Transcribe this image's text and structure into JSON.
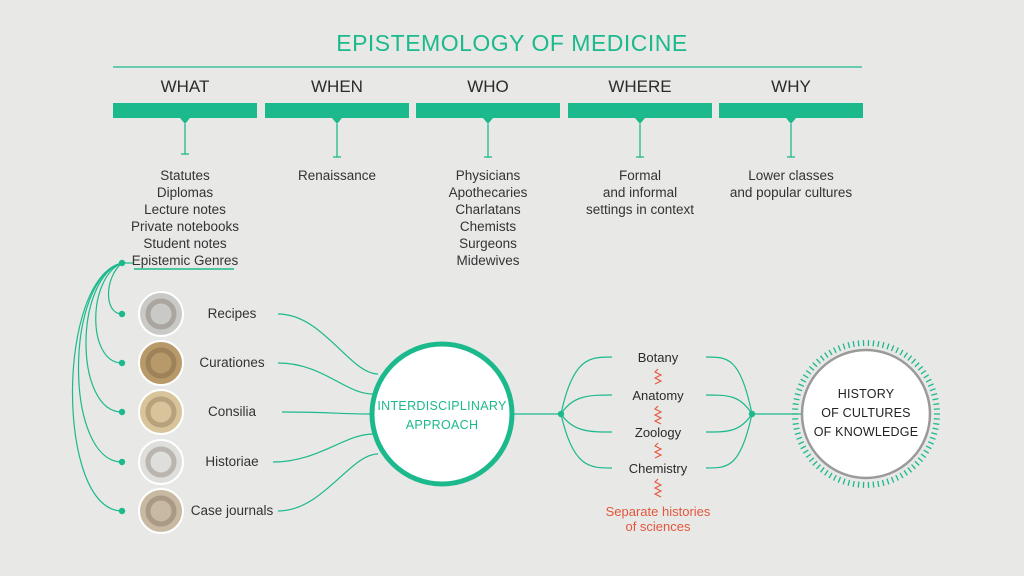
{
  "title": "EPISTEMOLOGY OF MEDICINE",
  "columns": [
    {
      "heading": "WHAT",
      "items": [
        "Statutes",
        "Diplomas",
        "Lecture notes",
        "Private notebooks",
        "Student notes",
        "Epistemic Genres"
      ]
    },
    {
      "heading": "WHEN",
      "items": [
        "Renaissance"
      ]
    },
    {
      "heading": "WHO",
      "items": [
        "Physicians",
        "Apothecaries",
        "Charlatans",
        "Chemists",
        "Surgeons",
        "Midewives"
      ]
    },
    {
      "heading": "WHERE",
      "items": [
        "Formal",
        "and informal",
        "settings in context"
      ]
    },
    {
      "heading": "WHY",
      "items": [
        "Lower classes",
        "and popular cultures"
      ]
    }
  ],
  "sources": [
    "Recipes",
    "Curationes",
    "Consilia",
    "Historiae",
    "Case journals"
  ],
  "center": {
    "line1": "INTERDISCIPLINARY",
    "line2": "APPROACH"
  },
  "sciences": [
    "Botany",
    "Anatomy",
    "Zoology",
    "Chemistry"
  ],
  "separate": {
    "line1": "Separate histories",
    "line2": "of sciences"
  },
  "history": {
    "line1": "HISTORY",
    "line2": "OF CULTURES",
    "line3": "OF KNOWLEDGE"
  },
  "colors": {
    "accent": "#1cb98c",
    "warning": "#e3573d",
    "background": "#e8e8e7"
  }
}
